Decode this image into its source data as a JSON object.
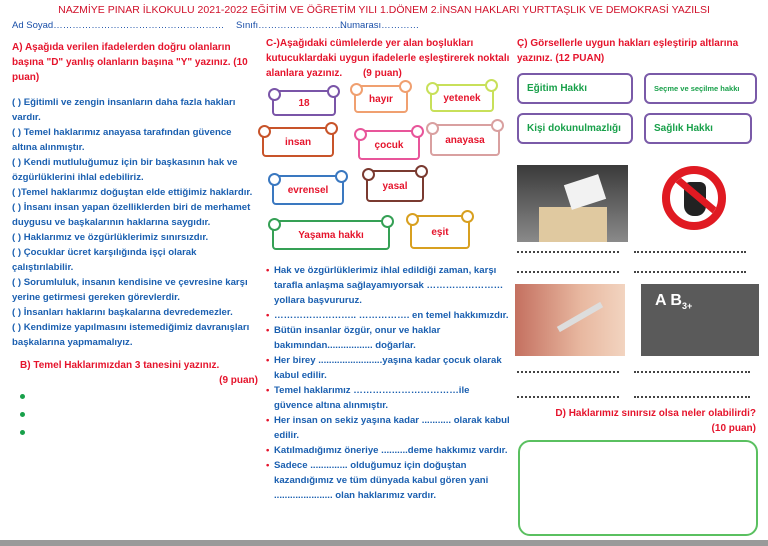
{
  "header": {
    "title": "NAZMİYE PINAR  İLKOKULU  2021-2022 EĞİTİM VE ÖĞRETİM YILI  1.DÖNEM 2.İNSAN HAKLARI YURTTAŞLIK VE DEMOKRASİ YAZILSI",
    "name": "Ad Soyad………………………………………………",
    "class": "Sınıfı……………………….",
    "number": "Numarası…………"
  },
  "sectionA": {
    "heading": "A) Aşağıda verilen ifadelerden doğru olanların başına \"D\" yanlış olanların başına \"Y\" yazınız. (10 puan)",
    "items": [
      "(    ) Eğitimli ve zengin insanların daha fazla hakları vardır.",
      "(    ) Temel haklarımız anayasa tarafından güvence altına alınmıştır.",
      "(    ) Kendi mutluluğumuz için bir başkasının hak ve özgürlüklerini ihlal edebiliriz.",
      "(    )Temel haklarımız doğuştan elde ettiğimiz haklardır.",
      "(    ) İnsanı insan yapan özelliklerden biri de merhamet duygusu ve başkalarının haklarına saygıdır.",
      "(    ) Haklarımız ve özgürlüklerimiz sınırsızdır.",
      "(    ) Çocuklar ücret karşılığında işçi olarak çalıştırılabilir.",
      "(    ) Sorumluluk, insanın kendisine ve çevresine karşı yerine getirmesi gereken görevlerdir.",
      "(    ) İnsanları haklarını başkalarına devredemezler.",
      "(    ) Kendimize yapılmasını istemediğimiz davranışları başkalarına yapmamalıyız."
    ]
  },
  "sectionB": {
    "heading": "B) Temel Haklarımızdan 3 tanesini yazınız.",
    "points": "(9 puan)"
  },
  "sectionC": {
    "heading": "C-)Aşağıdaki cümlelerde yer alan boşlukları kutucuklardaki uygun ifadelerle eşleştirerek noktalı alanlara yazınız.",
    "points": "(9 puan)",
    "words": [
      "18",
      "hayır",
      "yetenek",
      "insan",
      "çocuk",
      "anayasa",
      "evrensel",
      "yasal",
      "Yaşama hakkı",
      "eşit"
    ],
    "sentences": [
      "Hak ve özgürlüklerimiz ihlal edildiği zaman, karşı tarafla anlaşma sağlayamıyorsak …………………… yollara başvururuz.",
      "……………………..         …………….   en temel hakkımızdır.",
      "Bütün insanlar özgür, onur ve haklar bakımından................. doğarlar.",
      "Her birey ........................yaşına kadar çocuk olarak kabul edilir.",
      "Temel haklarımız ……………………………ile güvence altına alınmıştır.",
      "Her insan on sekiz yaşına kadar ........... olarak kabul edilir.",
      "Katılmadığımız öneriye ..........deme hakkımız vardır.",
      "Sadece .............. olduğumuz için doğuştan kazandığımız ve tüm dünyada kabul gören yani ...................... olan haklarımız vardır."
    ]
  },
  "sectionCc": {
    "heading": "Ç) Görsellerle  uygun hakları eşleştirip altlarına yazınız. (12 PUAN)",
    "rights": [
      "Eğitim Hakkı",
      "Seçme ve seçilme hakkı",
      "Kişi dokunulmazlığı",
      "Sağlık Hakkı"
    ]
  },
  "sectionD": {
    "heading": "D) Haklarımız sınırsız olsa neler olabilirdi?",
    "points": "(10 puan)"
  }
}
